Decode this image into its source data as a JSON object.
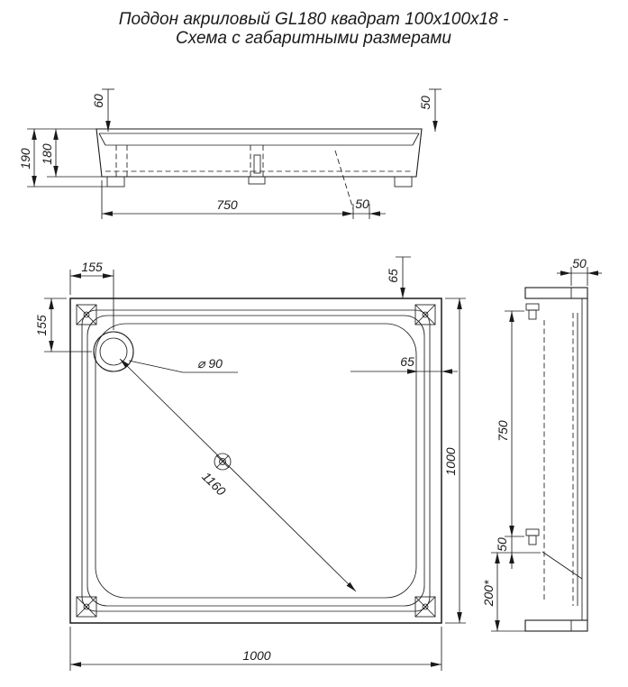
{
  "meta": {
    "ink": "#1a1a1a",
    "background": "#ffffff"
  },
  "title": {
    "line1": "Поддон акриловый  GL180 квадрат 100x100x18 -",
    "line2": "Схема с габаритными размерами"
  },
  "front_view": {
    "dim_total_height": "190",
    "dim_body_height": "180",
    "dim_rim_depth": "60",
    "dim_flange_width": "50",
    "dim_feet_span": "750",
    "dim_feet_offset": "50"
  },
  "plan_view": {
    "dim_drain_offset_x": "155",
    "dim_drain_offset_y": "155",
    "dim_edge_offset_top": "65",
    "dim_edge_offset_right": "65",
    "dim_drain_diameter": "⌀ 90",
    "dim_diagonal": "1160",
    "dim_width": "1000",
    "dim_depth": "1000"
  },
  "side_view": {
    "dim_flange_width": "50",
    "dim_feet_span": "750",
    "dim_feet_offset": "50",
    "dim_edge_offset": "200*"
  }
}
